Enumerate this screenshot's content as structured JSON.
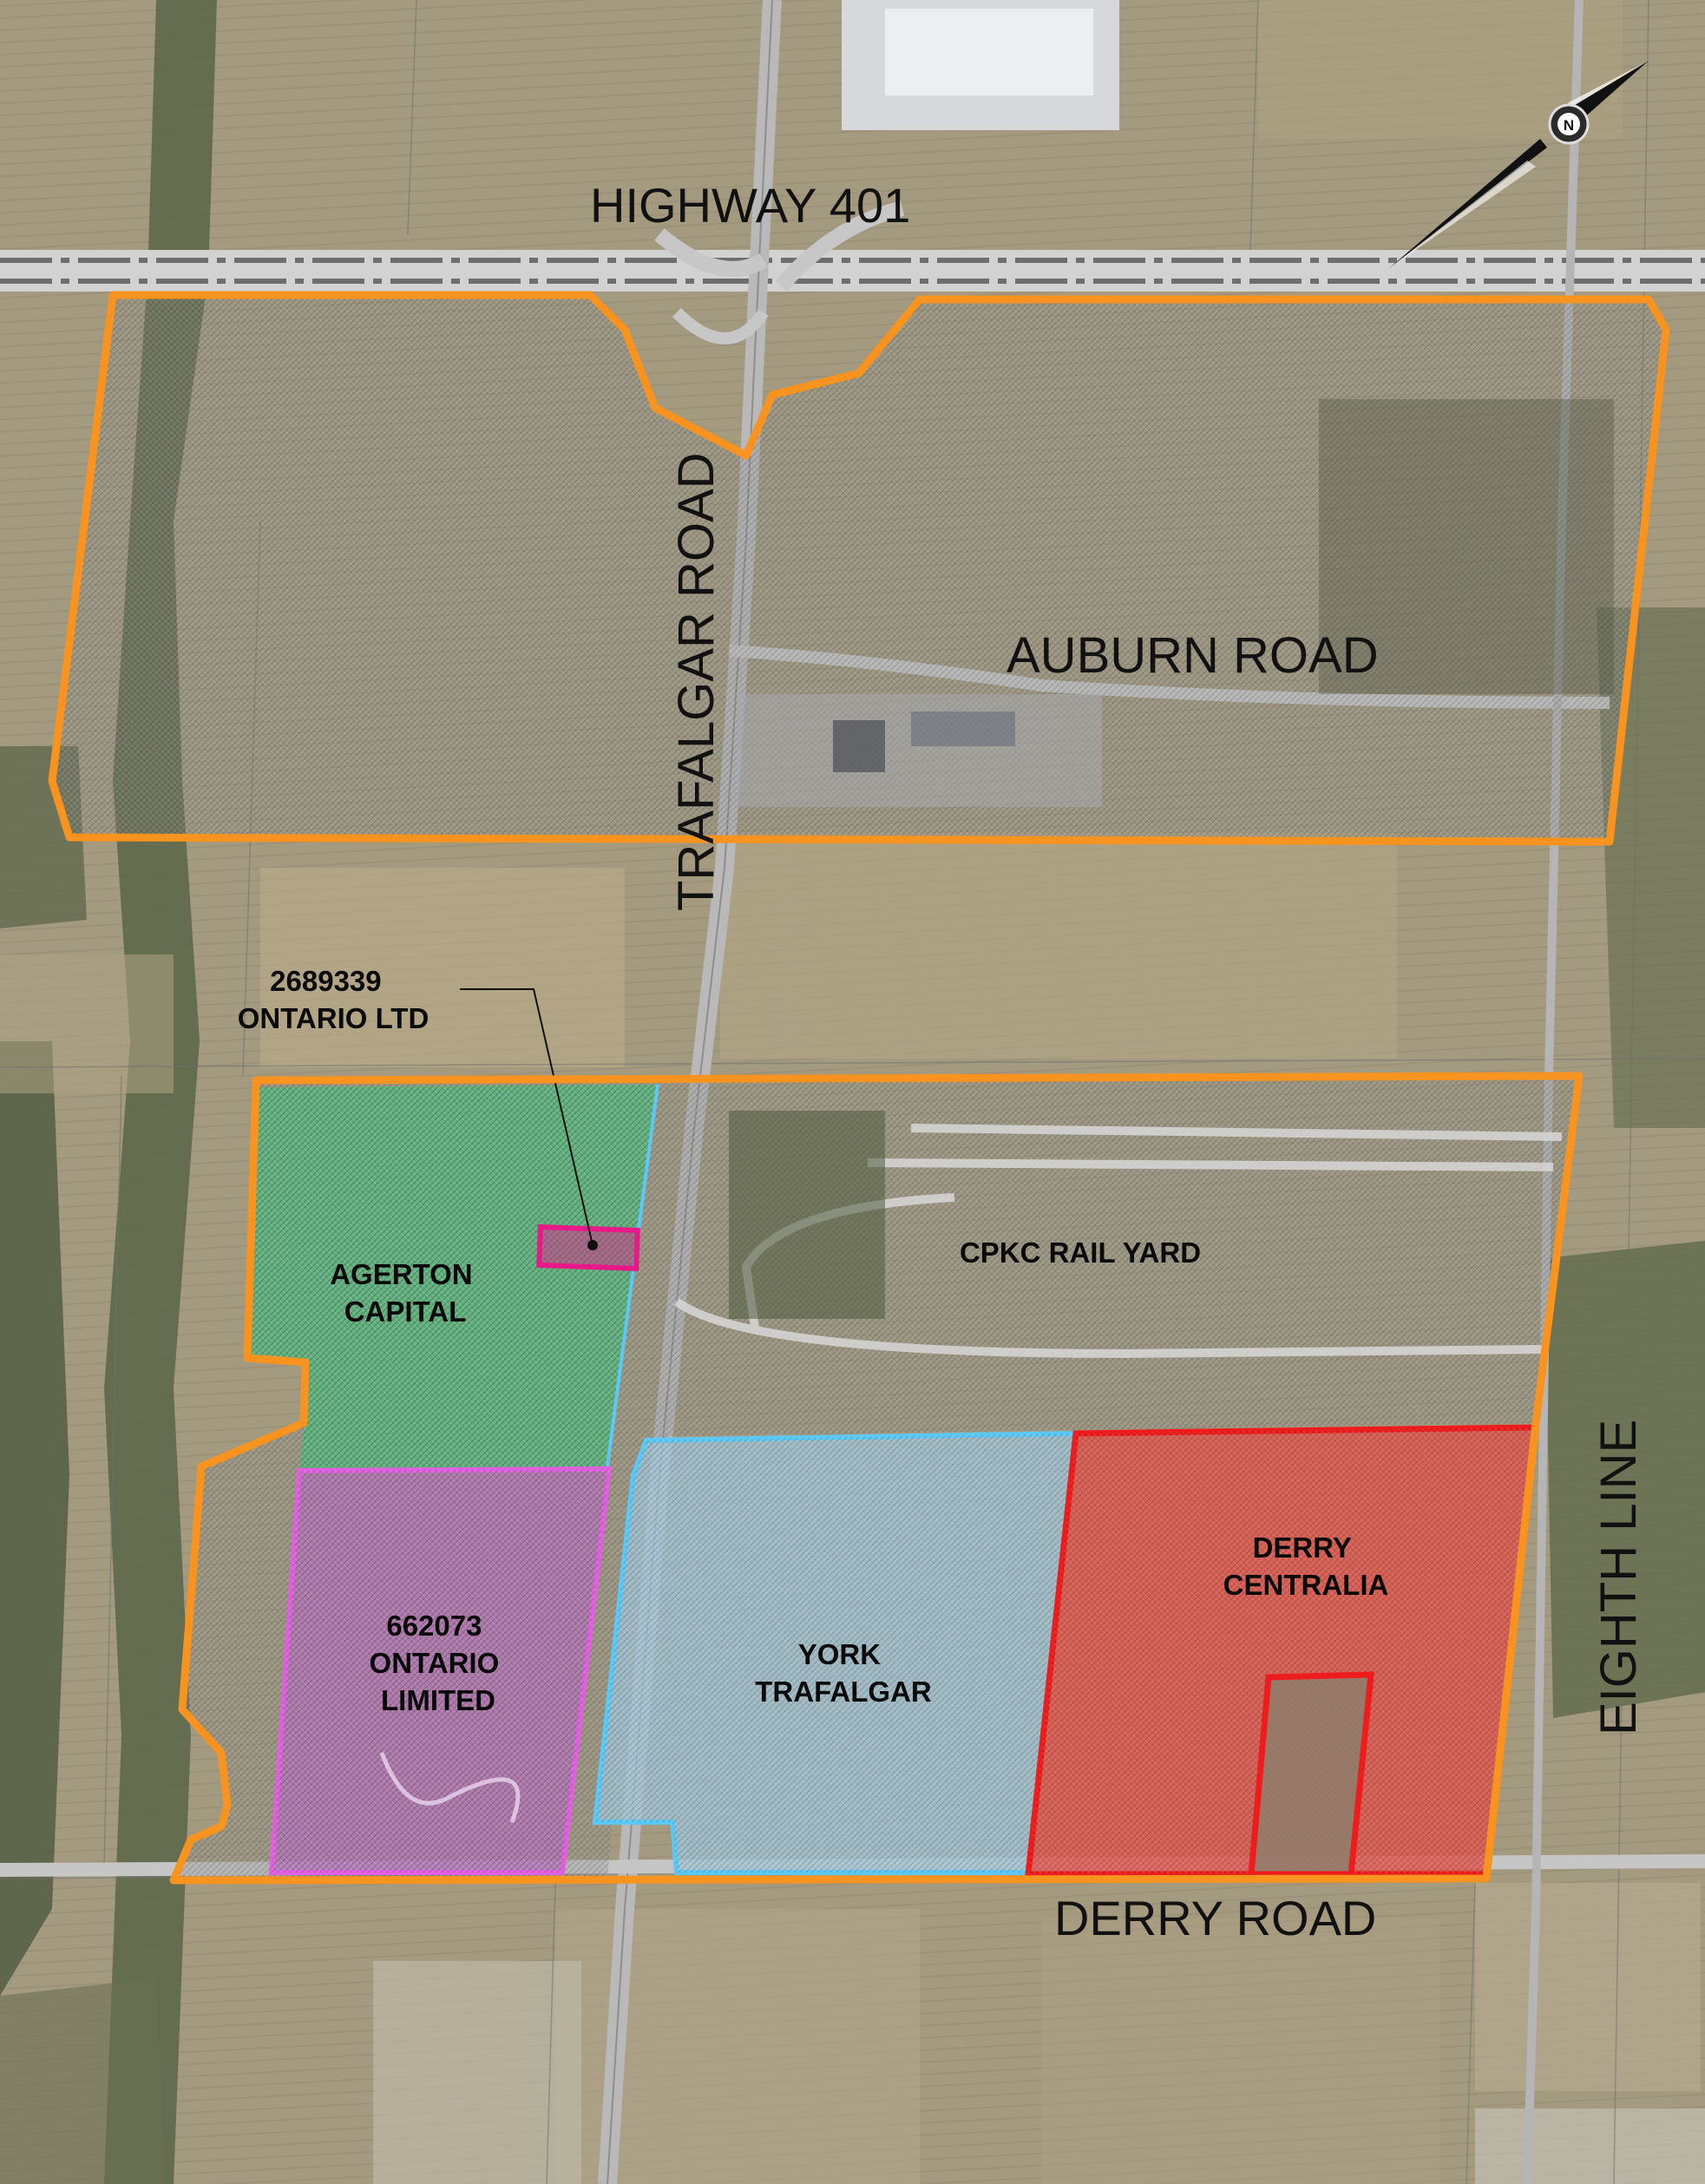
{
  "roads": {
    "highway": "HIGHWAY 401",
    "trafalgar": "TRAFALGAR ROAD",
    "auburn": "AUBURN ROAD",
    "derry": "DERRY ROAD",
    "eighth_line": "EIGHTH LINE"
  },
  "parcels": {
    "agerton": [
      "AGERTON",
      "CAPITAL"
    ],
    "numbered_ltd": [
      "2689339",
      "ONTARIO LTD"
    ],
    "rail_yard": "CPKC RAIL YARD",
    "ontario_limited": [
      "662073",
      "ONTARIO",
      "LIMITED"
    ],
    "york": [
      "YORK",
      "TRAFALGAR"
    ],
    "derry_centralia": [
      "DERRY",
      "CENTRALIA"
    ]
  },
  "compass": {
    "glyph": "N",
    "icon": "north-arrow-icon"
  },
  "colors": {
    "study_area_outline": "#f7931e",
    "agerton_fill": "#35c47a",
    "numbered_ltd_outline": "#e8178a",
    "ontario_limited_fill": "#b36db8",
    "ontario_limited_outline": "#e060e0",
    "york_fill": "#9fc3d6",
    "york_outline": "#5bc8f5",
    "derry_fill": "#e0524a",
    "derry_outline": "#ee1c1c",
    "field_tan": "#a79a7a",
    "vegetation": "#566146",
    "road_gray": "#cfcfcf"
  }
}
